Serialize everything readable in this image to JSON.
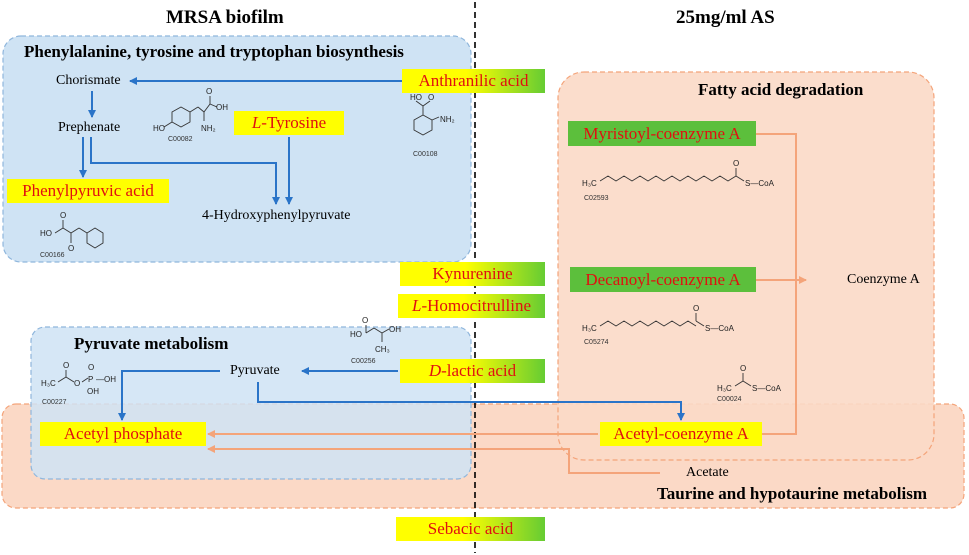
{
  "headers": {
    "left": "MRSA biofilm",
    "right": "25mg/ml AS"
  },
  "sections": {
    "phe_tyr_trp": "Phenylalanine, tyrosine and tryptophan biosynthesis",
    "fatty_acid": "Fatty acid degradation",
    "pyruvate": "Pyruvate metabolism",
    "taurine": "Taurine and hypotaurine metabolism"
  },
  "metabolites": {
    "chorismate": "Chorismate",
    "prephenate": "Prephenate",
    "hydroxyphenylpyruvate": "4-Hydroxyphenylpyruvate",
    "pyruvate": "Pyruvate",
    "coenzyme_a": "Coenzyme A",
    "acetate": "Acetate"
  },
  "labels": {
    "anthranilic_acid": "Anthranilic acid",
    "l_tyrosine_prefix": "L",
    "l_tyrosine_rest": "-Tyrosine",
    "phenylpyruvic_acid": "Phenylpyruvic acid",
    "kynurenine": "Kynurenine",
    "l_homocitrulline_prefix": "L",
    "l_homocitrulline_rest": "-Homocitrulline",
    "d_lactic_prefix": "D",
    "d_lactic_rest": "-lactic acid",
    "acetyl_phosphate": "Acetyl phosphate",
    "sebacic_acid": "Sebacic acid",
    "myristoyl_coa": "Myristoyl-coenzyme A",
    "decanoyl_coa": "Decanoyl-coenzyme A",
    "acetyl_coa": "Acetyl-coenzyme A"
  },
  "compound_ids": {
    "tyrosine": "C00082",
    "anthranilate": "C00108",
    "phenylpyruvate": "C00166",
    "myristoyl": "C02593",
    "decanoyl": "C05274",
    "lactate": "C00256",
    "acetyl_phosphate": "C00227",
    "acetyl_coa": "C00024"
  },
  "colors": {
    "blue_arrow": "#2a74c8",
    "orange_arrow": "#f4a47a",
    "blue_region": "#cfe3f4",
    "orange_region": "#fbd9c6",
    "label_text": "#e01010",
    "label_yellow": "#ffff00",
    "label_green": "#5cbf3c"
  }
}
